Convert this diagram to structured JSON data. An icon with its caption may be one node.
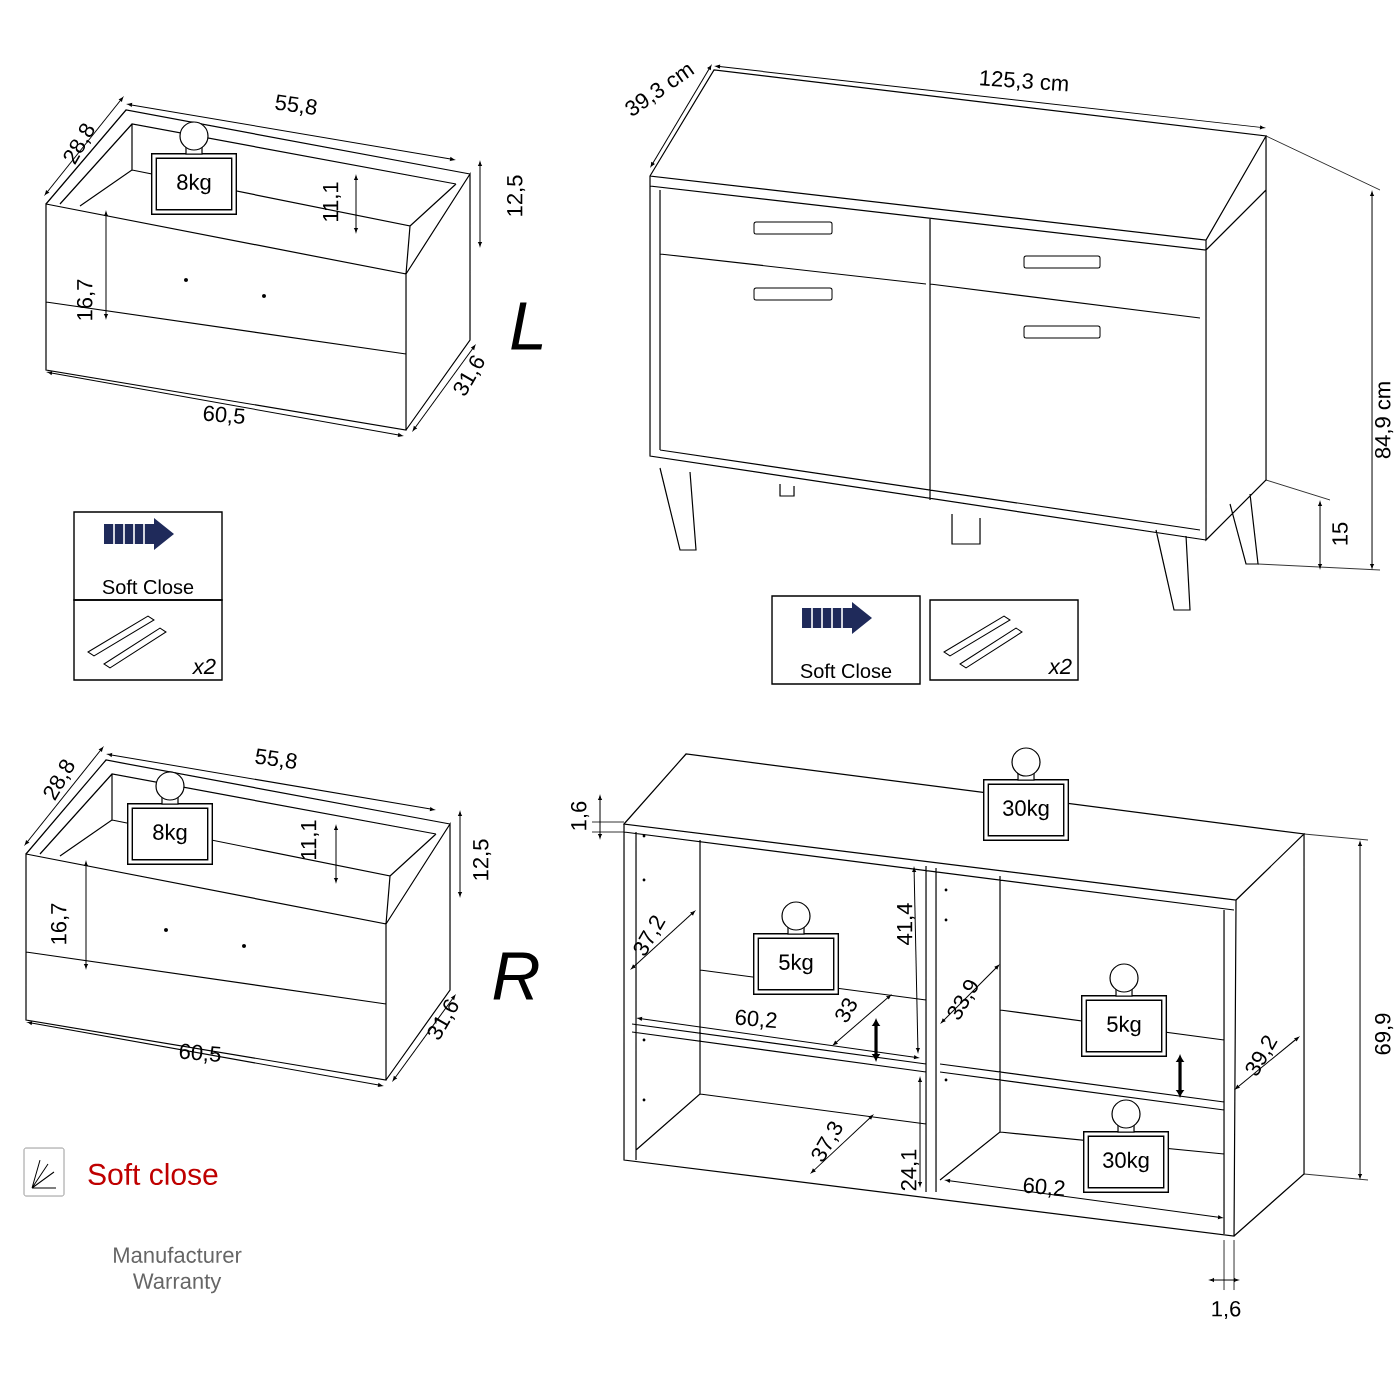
{
  "diagram": {
    "nodes": [
      {
        "text": [
          "8kg"
        ]
      },
      {
        "text": [
          "Soft Close"
        ]
      },
      {
        "text": [
          "x2"
        ]
      },
      {
        "text": [
          "Soft Close"
        ]
      },
      {
        "text": [
          "x2"
        ]
      },
      {
        "text": [
          "8kg"
        ]
      },
      {
        "text": [
          "30kg"
        ]
      },
      {
        "text": [
          "5kg"
        ]
      },
      {
        "text": [
          "5kg"
        ]
      },
      {
        "text": [
          "30kg"
        ]
      }
    ],
    "labels": [
      "28,8",
      "55,8",
      "12,5",
      "11,1",
      "16,7",
      "L",
      "31,6",
      "60,5",
      "39,3 cm",
      "125,3 cm",
      "84,9 cm",
      "15",
      "28,8",
      "55,8",
      "11,1",
      "12,5",
      "16,7",
      "R",
      "31,6",
      "60,5",
      "1,6",
      "37,2",
      "41,4",
      "60,2",
      "33",
      "33,9",
      "69,9",
      "39,2",
      "37,3",
      "24,1",
      "60,2",
      "1,6",
      "Soft close",
      "Manufacturer Warranty"
    ]
  }
}
